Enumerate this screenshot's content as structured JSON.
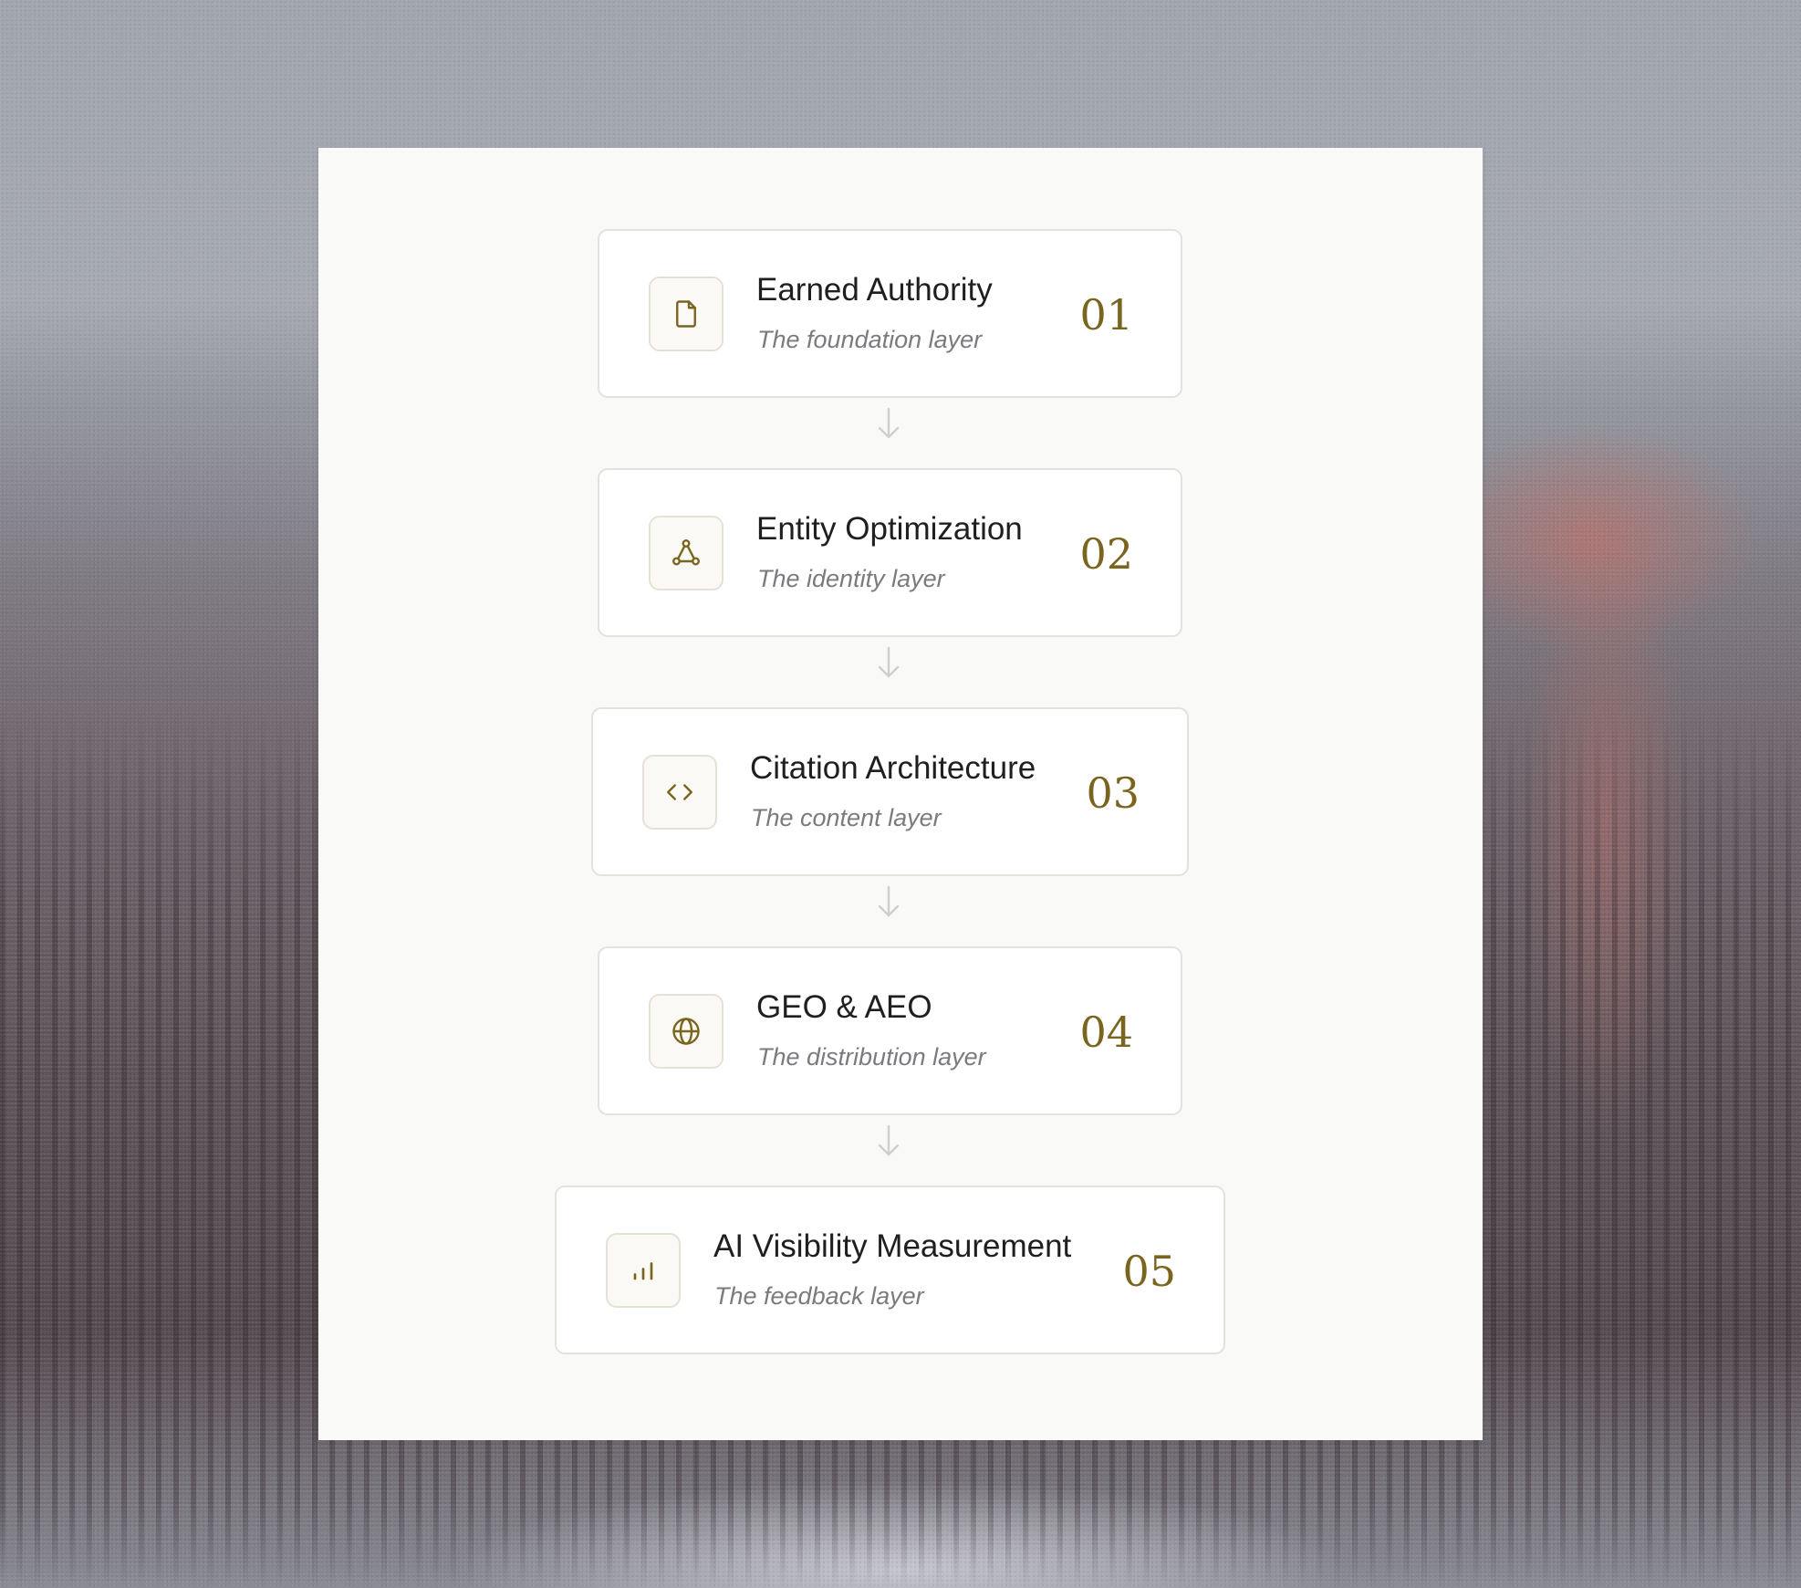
{
  "colors": {
    "accent": "#7a651e",
    "panel_background": "#f9f9f7",
    "card_background": "#ffffff",
    "card_border": "#e3e2dc",
    "title_text": "#1f1f1f",
    "subtitle_text": "#7b7b7f",
    "connector": "#cfcfcf"
  },
  "steps": [
    {
      "number": "01",
      "title": "Earned Authority",
      "subtitle": "The foundation layer",
      "icon": "document-icon"
    },
    {
      "number": "02",
      "title": "Entity Optimization",
      "subtitle": "The identity layer",
      "icon": "network-nodes-icon"
    },
    {
      "number": "03",
      "title": "Citation Architecture",
      "subtitle": "The content layer",
      "icon": "code-brackets-icon"
    },
    {
      "number": "04",
      "title": "GEO & AEO",
      "subtitle": "The distribution layer",
      "icon": "globe-icon"
    },
    {
      "number": "05",
      "title": "AI Visibility Measurement",
      "subtitle": "The feedback layer",
      "icon": "bar-chart-icon"
    }
  ],
  "connectors": {
    "icon": "arrow-down-icon",
    "count": 4
  }
}
